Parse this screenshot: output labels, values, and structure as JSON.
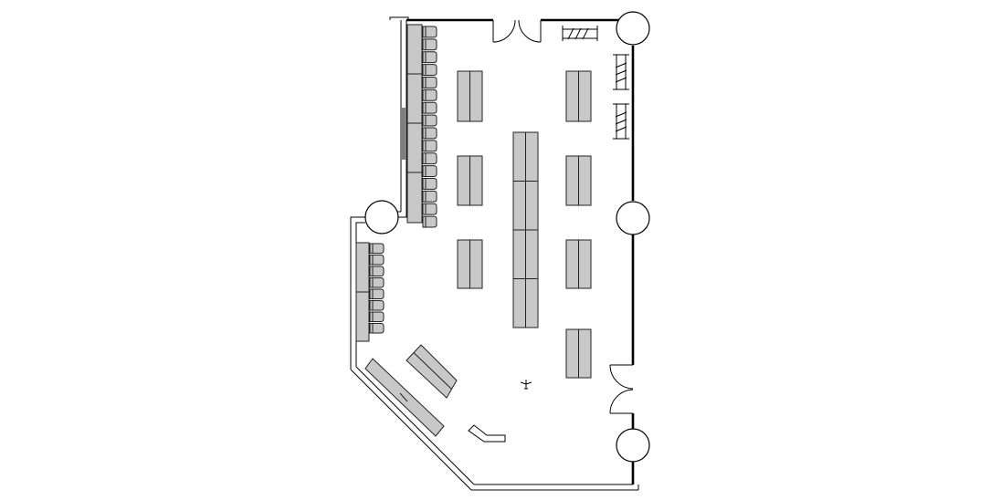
{
  "plan": {
    "colors": {
      "background": "#ffffff",
      "line": "#000000",
      "furniture_fill": "#c8c8c8"
    },
    "icons": {
      "column": "circle",
      "door": "door-swing-arc",
      "chair": "chair-symbol",
      "person": "person-symbol",
      "rack": "wall-rack"
    }
  }
}
